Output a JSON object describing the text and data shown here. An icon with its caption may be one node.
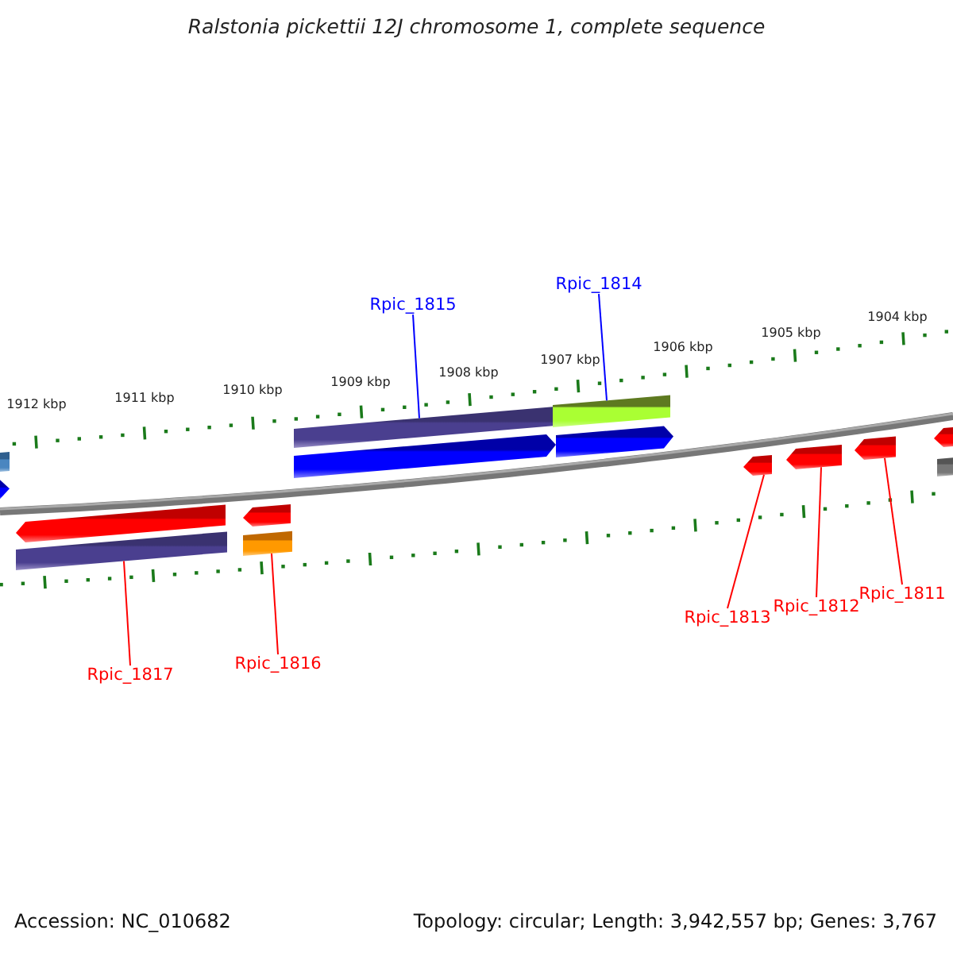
{
  "diagram": {
    "title": "Ralstonia pickettii 12J chromosome 1, complete sequence",
    "nodes": [
      {
        "text": [
          "Rpic_1815"
        ]
      },
      {
        "text": [
          "Rpic_1814"
        ]
      },
      {
        "text": [
          "Rpic_1817"
        ]
      },
      {
        "text": [
          "Rpic_1816"
        ]
      },
      {
        "text": [
          "Rpic_1813"
        ]
      },
      {
        "text": [
          "Rpic_1812"
        ]
      },
      {
        "text": [
          "Rpic_1811"
        ]
      },
      {
        "text": [],
        "shape": "bar"
      },
      {
        "text": [],
        "shape": "arrow"
      },
      {
        "text": [],
        "shape": "arrow"
      },
      {
        "text": [],
        "shape": "bar"
      },
      {
        "text": [],
        "shape": "arrow"
      },
      {
        "text": [],
        "shape": "bar"
      },
      {
        "text": [],
        "shape": "bar"
      },
      {
        "text": [],
        "shape": "arrow"
      },
      {
        "text": [],
        "shape": "bar"
      },
      {
        "text": [],
        "shape": "arrow"
      },
      {
        "text": [],
        "shape": "arrow"
      },
      {
        "text": [],
        "shape": "arrow"
      },
      {
        "text": [],
        "shape": "arrow"
      },
      {
        "text": [],
        "shape": "arrow"
      },
      {
        "text": [],
        "shape": "bar"
      }
    ],
    "edges": [
      {
        "from": 0,
        "to": 13,
        "arrow": "none",
        "color": "#0000ff"
      },
      {
        "from": 1,
        "to": 15,
        "arrow": "none",
        "color": "#0000ff"
      },
      {
        "from": 2,
        "to": 10,
        "arrow": "none"
      },
      {
        "from": 3,
        "to": 12,
        "arrow": "none"
      },
      {
        "from": 4,
        "to": 17,
        "arrow": "none"
      },
      {
        "from": 5,
        "to": 18,
        "arrow": "none"
      },
      {
        "from": 6,
        "to": 19,
        "arrow": "none"
      }
    ],
    "labels": [
      "1912 kbp",
      "1911 kbp",
      "1910 kbp",
      "1909 kbp",
      "1908 kbp",
      "1907 kbp",
      "1906 kbp",
      "1905 kbp",
      "1904 kbp",
      "Accession: NC_010682",
      "Topology: circular; Length: 3,942,557 bp; Genes: 3,767"
    ]
  }
}
